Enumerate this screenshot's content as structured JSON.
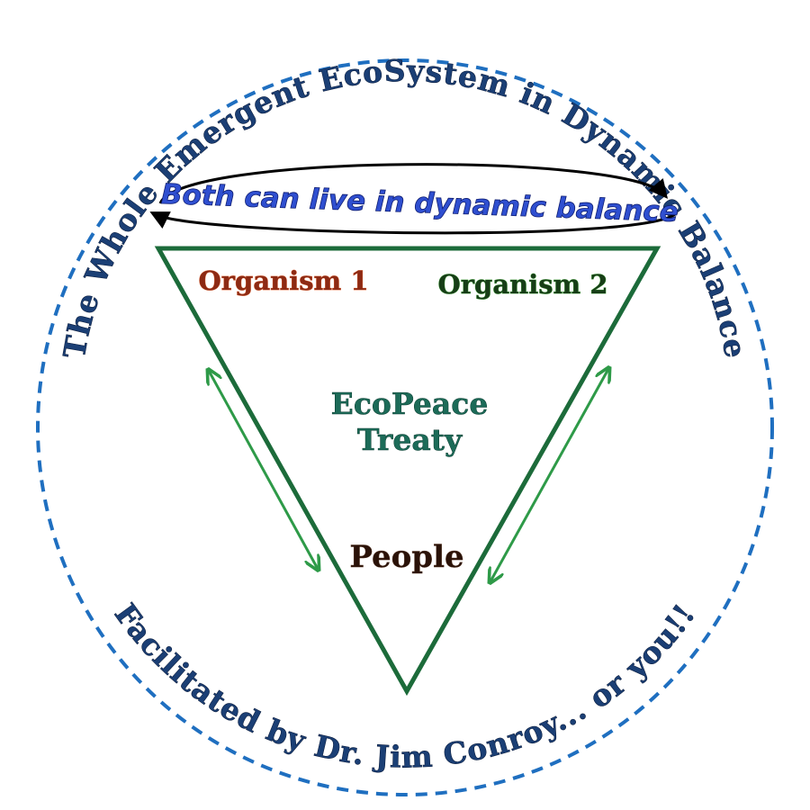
{
  "diagram": {
    "top_arc_text": "The Whole Emergent EcoSystem in Dynamic Balance",
    "bottom_arc_text": "Facilitated by Dr. Jim Conroy... or you!!",
    "banner_text": "Both can live in dynamic balance",
    "organism_1": "Organism 1",
    "organism_2": "Organism 2",
    "center_line_1": "EcoPeace",
    "center_line_2": "Treaty",
    "people": "People"
  },
  "colors": {
    "circle_dash": "#1f6fc0",
    "triangle": "#1c6b3a",
    "side_arrows": "#2e9a48",
    "arc_text": "#1b3f75",
    "banner_text": "#2f4fd0",
    "organism_1": "#8c2a14",
    "organism_2": "#173d17",
    "treaty": "#1c6b58",
    "people": "#2a1208"
  }
}
